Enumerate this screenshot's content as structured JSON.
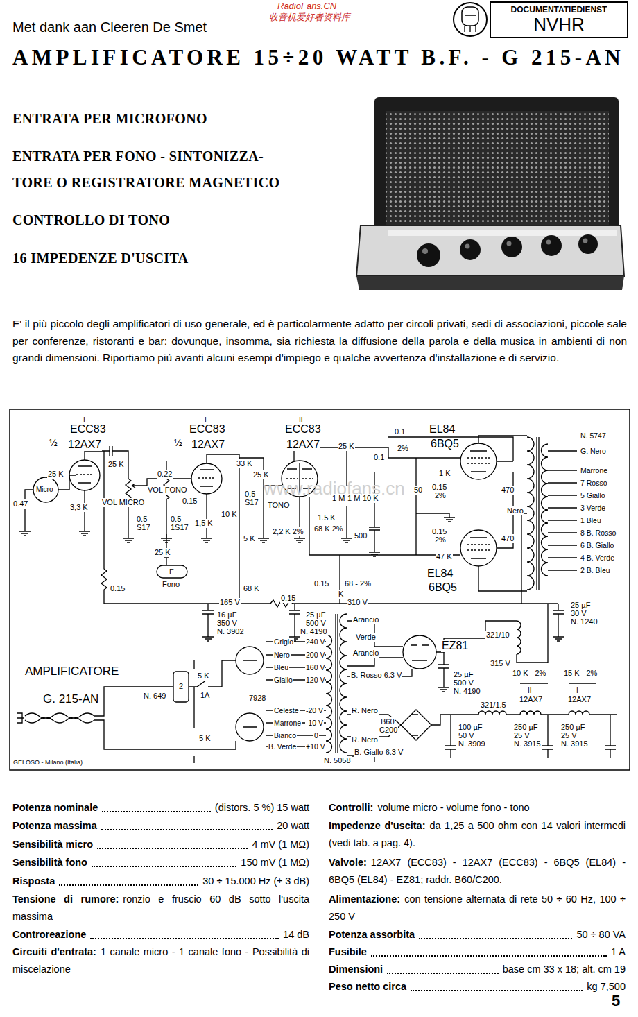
{
  "diagram": {
    "title": "AMPLIFICATORE 15÷20 WATT B.F. - G 215-AN",
    "nodes": [
      {
        "text": [
          "DOCUMENTATIEDIENST",
          "NVHR"
        ]
      }
    ],
    "labels": [
      "Met dank aan Cleeren De Smet",
      "RadioFans.CN",
      "收音机爱好者资料库",
      "ENTRATA PER MICROFONO",
      "ENTRATA PER FONO - SINTONIZZA-",
      "TORE O REGISTRATORE MAGNETICO",
      "CONTROLLO DI TONO",
      "16 IMPEDENZE D'USCITA",
      "E' il più piccolo degli amplificatori di uso generale, ed è particolarmente adatto per circoli privati, sedi di associazioni, piccole sale per conferenze, ristoranti e bar: dovunque, insomma, sia richiesta la diffusione della parola e della musica in ambienti di non grandi dimensioni. Riportiamo più avanti alcuni esempi d'impiego e qualche avvertenza d'installazione e di servizio.",
      "I",
      "ECC83",
      "½",
      "12AX7",
      "I",
      "½",
      "ECC83",
      "12AX7",
      "II",
      "ECC83",
      "12AX7",
      "EL84",
      "6BQ5",
      "EL84",
      "6BQ5",
      "EZ81",
      "25 K",
      "0.47",
      "Micro",
      "3,3 K",
      "25 K",
      "VOL MICRO",
      "0.5",
      "S17",
      "0.22",
      "VOL FONO",
      "0.15",
      "0.5",
      "1S17",
      "1,5 K",
      "33 K",
      "10 K",
      "25 K",
      "0,5",
      "S17",
      "TONO",
      "5 K",
      "2,2 K 2%",
      "25 K",
      "F",
      "Fono",
      "0.15",
      "68 K",
      "165 V",
      "0.15",
      "310 V",
      "16 µF",
      "350 V",
      "N. 3902",
      "25 µF",
      "500 V",
      "N. 4190",
      "25 K",
      "0.1",
      "0.1",
      "2%",
      "1 M",
      "1 M",
      "10 K",
      "1.5 K",
      "68 K 2%",
      "500",
      "50",
      "0.15",
      "2%",
      "0.15",
      "2%",
      "1 K",
      "47 K",
      "470",
      "470",
      "0.15",
      "68 - 2%",
      "K",
      "Nero",
      "N. 5747",
      "G. Nero",
      "Marrone",
      "7 Rosso",
      "5 Giallo",
      "3 Verde",
      "1 Bleu",
      "8 B. Rosso",
      "6 B. Giallo",
      "4 B. Verde",
      "2 B. Bleu",
      "25 µF",
      "30 V",
      "N. 1240",
      "Arancio",
      "Verde",
      "Arancio",
      "321/10",
      "315 V",
      "B. Rosso 6.3 V",
      "25 µF",
      "500 V",
      "N. 4190",
      "10 K - 2%",
      "15 K - 2%",
      "II",
      "12AX7",
      "I",
      "12AX7",
      "R. Nero",
      "B60",
      "C200",
      "R. Nero",
      "321/1.5",
      "100 µF",
      "50 V",
      "N. 3909",
      "250 µF",
      "25 V",
      "N. 3915",
      "250 µF",
      "25 V",
      "N. 3915",
      "B. Giallo 6.3 V",
      "Grigio",
      "240 V",
      "Nero",
      "200 V",
      "Bleu",
      "160 V",
      "Giallo",
      "120 V",
      "Celeste",
      "-20 V",
      "Marrone",
      "-10 V",
      "Bianco",
      "0",
      "B. Verde",
      "+10 V",
      "N. 5058",
      "5 K",
      "5 K",
      "7928",
      "N. 649",
      "2",
      "1A",
      "AMPLIFICATORE",
      "G. 215-AN",
      "GELOSO - Milano (Italia)",
      "www.radiofans.cn",
      "Potenza nominale",
      "(distors. 5 %) 15 watt",
      "Potenza massima",
      "20 watt",
      "Sensibilità micro",
      "4 mV (1 MΩ)",
      "Sensibilità fono",
      "150 mV (1 MΩ)",
      "Risposta",
      "30 ÷ 15.000 Hz (± 3 dB)",
      "Tensione di rumore:",
      "ronzio e fruscio 60 dB sotto l'uscita massima",
      "Controreazione",
      "14 dB",
      "Circuiti d'entrata:",
      "1 canale micro - 1 canale fono - Possibilità di miscelazione",
      "Controlli:",
      "volume micro - volume fono - tono",
      "Impedenze d'uscita:",
      "da 1,25 a 500 ohm con 14 valori intermedi (vedi tab. a pag. 4).",
      "Valvole:",
      "12AX7 (ECC83) - 12AX7 (ECC83) - 6BQ5 (EL84) - 6BQ5 (EL84) - EZ81; raddr. B60/C200.",
      "Alimentazione:",
      "con tensione alternata di rete 50 ÷ 60 Hz, 100 ÷ 250 V",
      "Potenza assorbita",
      "50 ÷ 80 VA",
      "Fusibile",
      "1 A",
      "Dimensioni",
      "base cm 33 x 18; alt. cm 19",
      "Peso netto circa",
      "kg 7,500",
      "5"
    ]
  }
}
